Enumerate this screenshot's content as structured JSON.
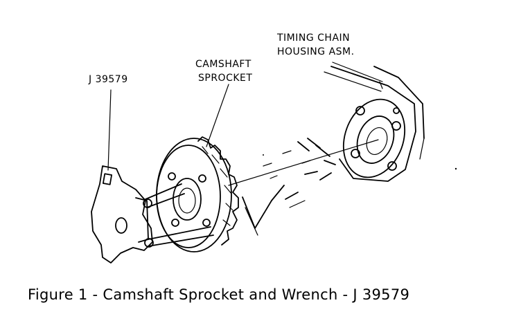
{
  "labels": {
    "timing_chain_line1": "TIMING CHAIN",
    "timing_chain_line2": "HOUSING ASM.",
    "camshaft_line1": "CAMSHAFT",
    "camshaft_line2": "SPROCKET",
    "tool": "J 39579"
  },
  "caption": "Figure 1 - Camshaft Sprocket and Wrench - J 39579"
}
